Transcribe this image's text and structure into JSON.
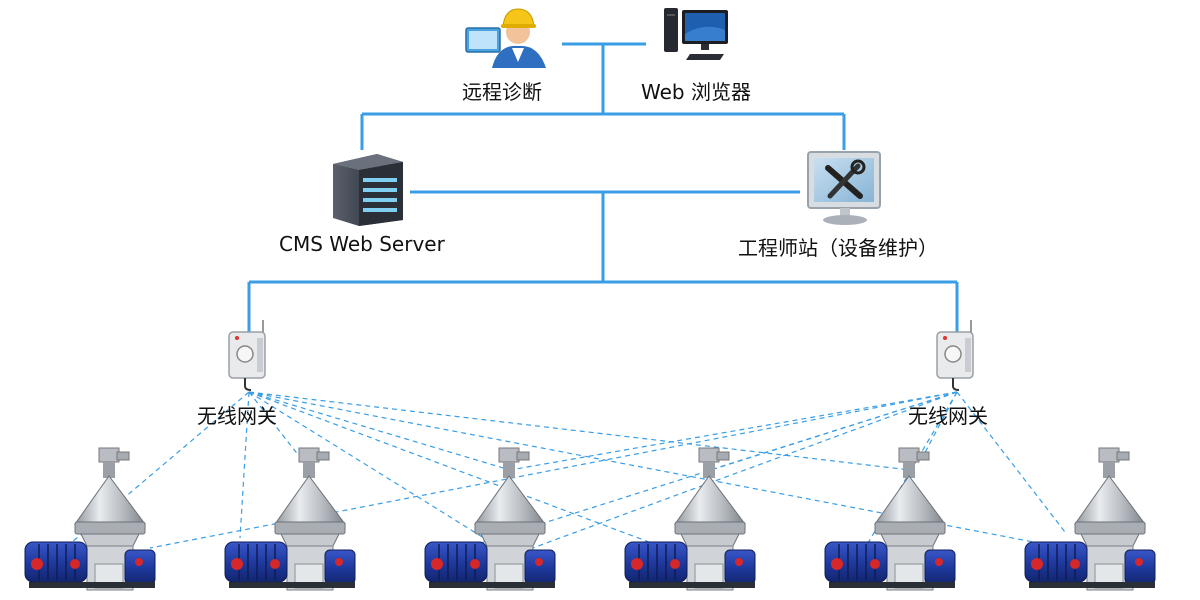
{
  "nodes": {
    "remote_diagnosis": {
      "label": "远程诊断"
    },
    "web_browser": {
      "label": "Web 浏览器"
    },
    "cms_server": {
      "label": "CMS Web Server"
    },
    "engineer_station": {
      "label": "工程师站（设备维护）"
    },
    "gateway_left": {
      "label": "无线网关"
    },
    "gateway_right": {
      "label": "无线网关"
    }
  },
  "separators": {
    "count": 6
  },
  "colors": {
    "network_line": "#3a9ee6",
    "wireless_link": "#3a9ee6",
    "motor_blue": "#1f3aa0",
    "bowl_silver": "#b8bcc2",
    "server_dark": "#3a3f4a",
    "helmet_yellow": "#f5c518"
  }
}
